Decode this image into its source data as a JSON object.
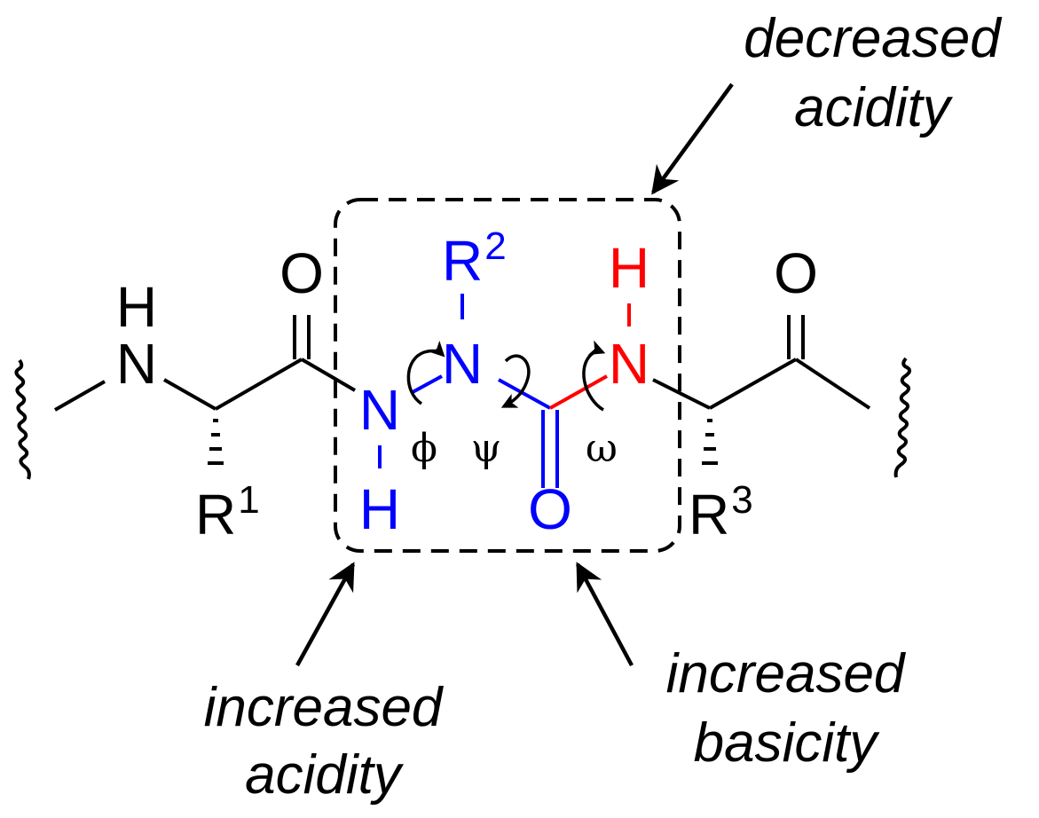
{
  "colors": {
    "black": "#000000",
    "blue": "#0000ff",
    "red": "#ff0000"
  },
  "atoms": {
    "left_nh_h": "H",
    "left_nh_n": "N",
    "left_carbonyl_o": "O",
    "r1_base": "R",
    "r1_sup": "1",
    "central_n_left": "N",
    "central_h_left": "H",
    "r2_base": "R",
    "r2_sup": "2",
    "central_n_mid": "N",
    "central_o": "O",
    "central_h_right": "H",
    "central_n_right": "N",
    "right_carbonyl_o": "O",
    "r3_base": "R",
    "r3_sup": "3"
  },
  "torsions": {
    "phi": "ϕ",
    "psi": "ψ",
    "omega": "ω"
  },
  "annotations": {
    "decreased_acidity_line1": "decreased",
    "decreased_acidity_line2": "acidity",
    "increased_acidity_line1": "increased",
    "increased_acidity_line2": "acidity",
    "increased_basicity_line1": "increased",
    "increased_basicity_line2": "basicity"
  }
}
